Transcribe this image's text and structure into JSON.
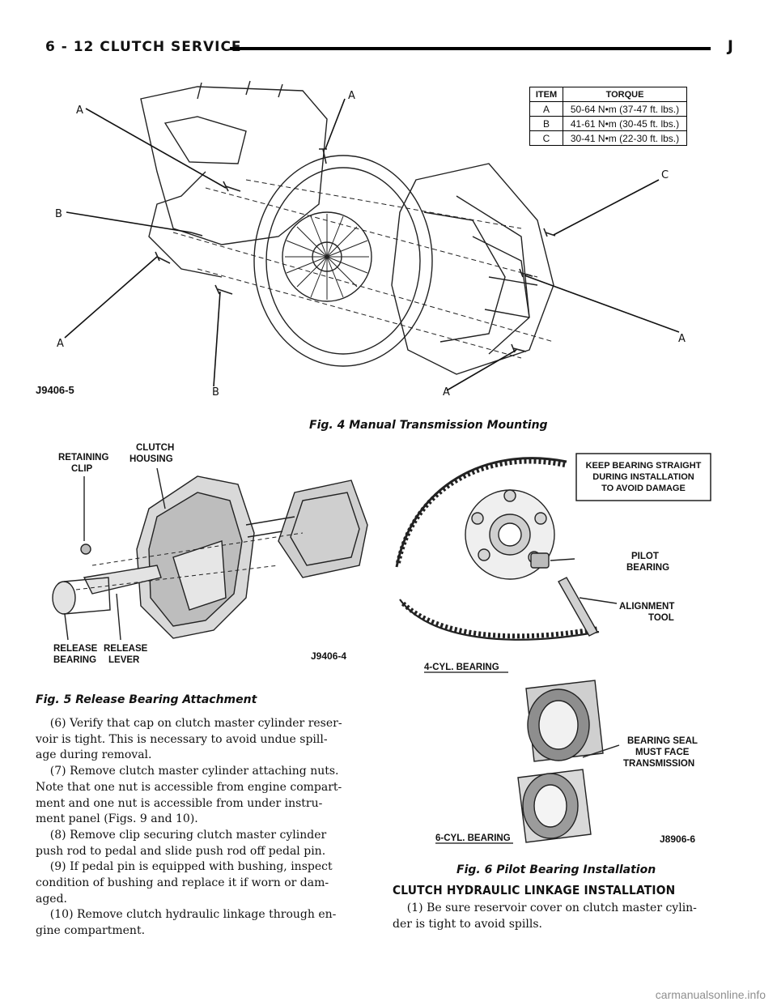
{
  "header": {
    "page_label": "6 - 12   CLUTCH SERVICE",
    "edition": "J"
  },
  "fig4": {
    "caption": "Fig. 4 Manual Transmission Mounting",
    "code": "J9406-5",
    "torque_table": {
      "headers": [
        "ITEM",
        "TORQUE"
      ],
      "rows": [
        [
          "A",
          "50-64 N•m (37-47 ft. lbs.)"
        ],
        [
          "B",
          "41-61 N•m (30-45 ft. lbs.)"
        ],
        [
          "C",
          "30-41 N•m (22-30 ft. lbs.)"
        ]
      ]
    },
    "callouts": [
      "A",
      "A",
      "C",
      "B",
      "A",
      "A",
      "B",
      "A"
    ]
  },
  "fig5": {
    "caption": "Fig. 5 Release Bearing Attachment",
    "code": "J9406-4",
    "labels": {
      "retaining_clip": [
        "RETAINING",
        "CLIP"
      ],
      "clutch_housing": [
        "CLUTCH",
        "HOUSING"
      ],
      "release_bearing": [
        "RELEASE",
        "BEARING"
      ],
      "release_lever": [
        "RELEASE",
        "LEVER"
      ]
    }
  },
  "fig6": {
    "caption": "Fig. 6 Pilot Bearing Installation",
    "code": "J8906-6",
    "note": [
      "KEEP BEARING STRAIGHT",
      "DURING INSTALLATION",
      "TO AVOID DAMAGE"
    ],
    "labels": {
      "pilot_bearing": [
        "PILOT",
        "BEARING"
      ],
      "alignment_tool": [
        "ALIGNMENT",
        "TOOL"
      ],
      "four_cyl": "4-CYL. BEARING",
      "six_cyl": "6-CYL. BEARING",
      "bearing_seal": [
        "BEARING SEAL",
        "MUST FACE",
        "TRANSMISSION"
      ]
    }
  },
  "text": {
    "steps_left": [
      "    (6) Verify that cap on clutch master cylinder reser-",
      "voir is tight. This is necessary to avoid undue spill-",
      "age during removal.",
      "    (7) Remove clutch master cylinder attaching nuts.",
      "Note that one nut is accessible from engine compart-",
      "ment and one nut is accessible from under instru-",
      "ment panel (Figs. 9 and 10).",
      "    (8) Remove clip securing clutch master cylinder",
      "push rod to pedal and slide push rod off pedal pin.",
      "    (9) If pedal pin is equipped with bushing, inspect",
      "condition of bushing and replace it if worn or dam-",
      "aged.",
      "    (10) Remove clutch hydraulic linkage through en-",
      "gine compartment."
    ],
    "section_title": "CLUTCH HYDRAULIC LINKAGE INSTALLATION",
    "steps_right": [
      "    (1) Be sure reservoir cover on clutch master cylin-",
      "der is tight to avoid spills."
    ]
  },
  "footer": {
    "watermark": "carmanualsonline.info"
  }
}
